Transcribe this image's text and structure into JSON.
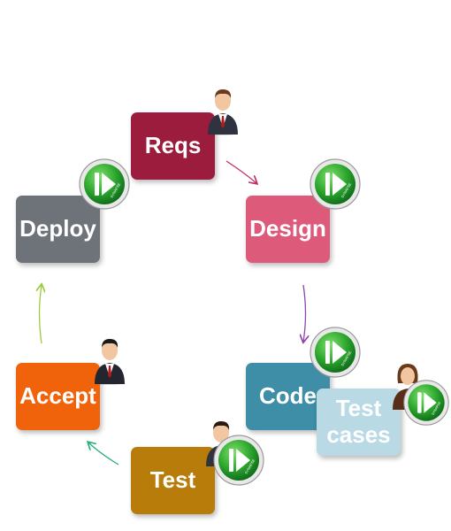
{
  "cycle": {
    "steps": {
      "reqs": {
        "label": "Reqs",
        "color": "#9b1c3c"
      },
      "design": {
        "label": "Design",
        "color": "#de5a7a"
      },
      "code": {
        "label": "Code",
        "color": "#3e8ea8"
      },
      "testcases": {
        "line1": "Test",
        "line2": "cases",
        "color": "#b9d9e4"
      },
      "test": {
        "label": "Test",
        "color": "#b77c0a"
      },
      "accept": {
        "label": "Accept",
        "color": "#f0630a"
      },
      "deploy": {
        "label": "Deploy",
        "color": "#6e7279"
      }
    },
    "badge_text": "SYNAPSE",
    "arrow_colors": {
      "reqs_to_design": "#c0306a",
      "design_to_code": "#8e44ad",
      "test_to_accept": "#27b07a",
      "accept_to_deploy": "#9ccc3d"
    }
  }
}
